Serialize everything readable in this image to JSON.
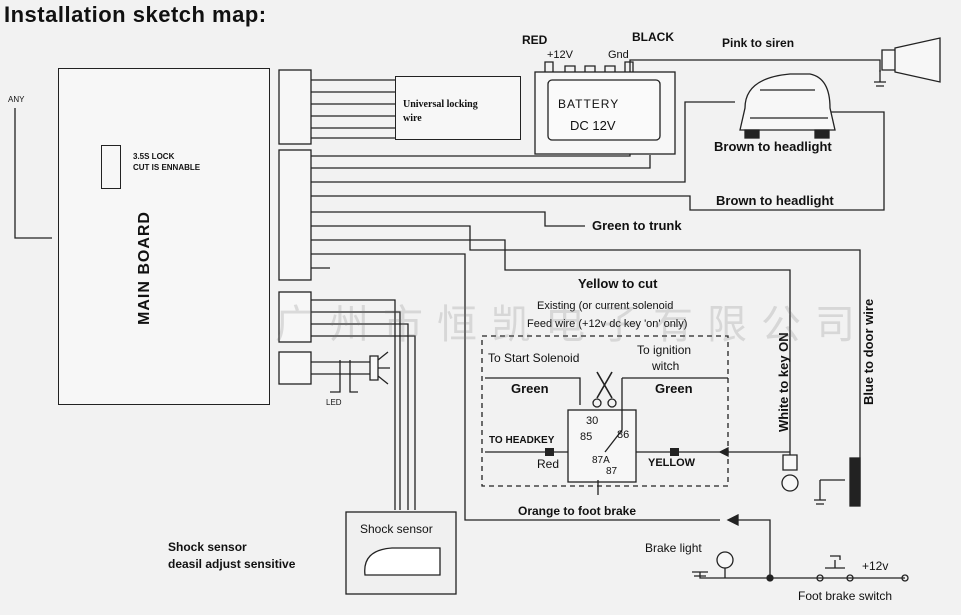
{
  "title": "Installation sketch map:",
  "main_board": {
    "label": "MAIN BOARD",
    "lock_note_line1": "3.5S LOCK",
    "lock_note_line2": "CUT IS ENNABLE"
  },
  "antenna_label": "ANY",
  "locking": {
    "line1": "Universal locking",
    "line2": "wire"
  },
  "battery": {
    "red": "RED",
    "black": "BLACK",
    "plus": "+12V",
    "gnd": "Gnd",
    "name": "BATTERY",
    "voltage": "DC 12V"
  },
  "siren_label": "Pink to siren",
  "headlight_label_1": "Brown to headlight",
  "headlight_label_2": "Brown to headlight",
  "trunk_label": "Green to trunk",
  "cut_label": "Yellow to cut",
  "solenoid_note_line1": "Existing (or current solenoid",
  "solenoid_note_line2": "Feed wire (+12v dc key 'on' only)",
  "relay": {
    "to_start": "To Start Solenoid",
    "to_ignition_line1": "To ignition",
    "to_ignition_line2": "witch",
    "green_left": "Green",
    "green_right": "Green",
    "pin30": "30",
    "pin85": "85",
    "pin86": "86",
    "pin87a": "87A",
    "pin87": "87",
    "to_headkey": "TO HEADKEY",
    "red": "Red",
    "yellow": "YELLOW"
  },
  "white_label": "White to key ON",
  "blue_label": "Blue to door wire",
  "led_label": "LED",
  "orange_label": "Orange to foot brake",
  "brake_light_label": "Brake light",
  "plus12_label": "+12v",
  "foot_switch_label": "Foot brake switch",
  "shock_box_label": "Shock sensor",
  "shock_note_line1": "Shock sensor",
  "shock_note_line2": "deasil adjust sensitive",
  "watermark": "广州市恒凯电子有限公司",
  "colors": {
    "line": "#222222",
    "background": "#f2f2f2",
    "watermark": "#8c8c8c"
  }
}
